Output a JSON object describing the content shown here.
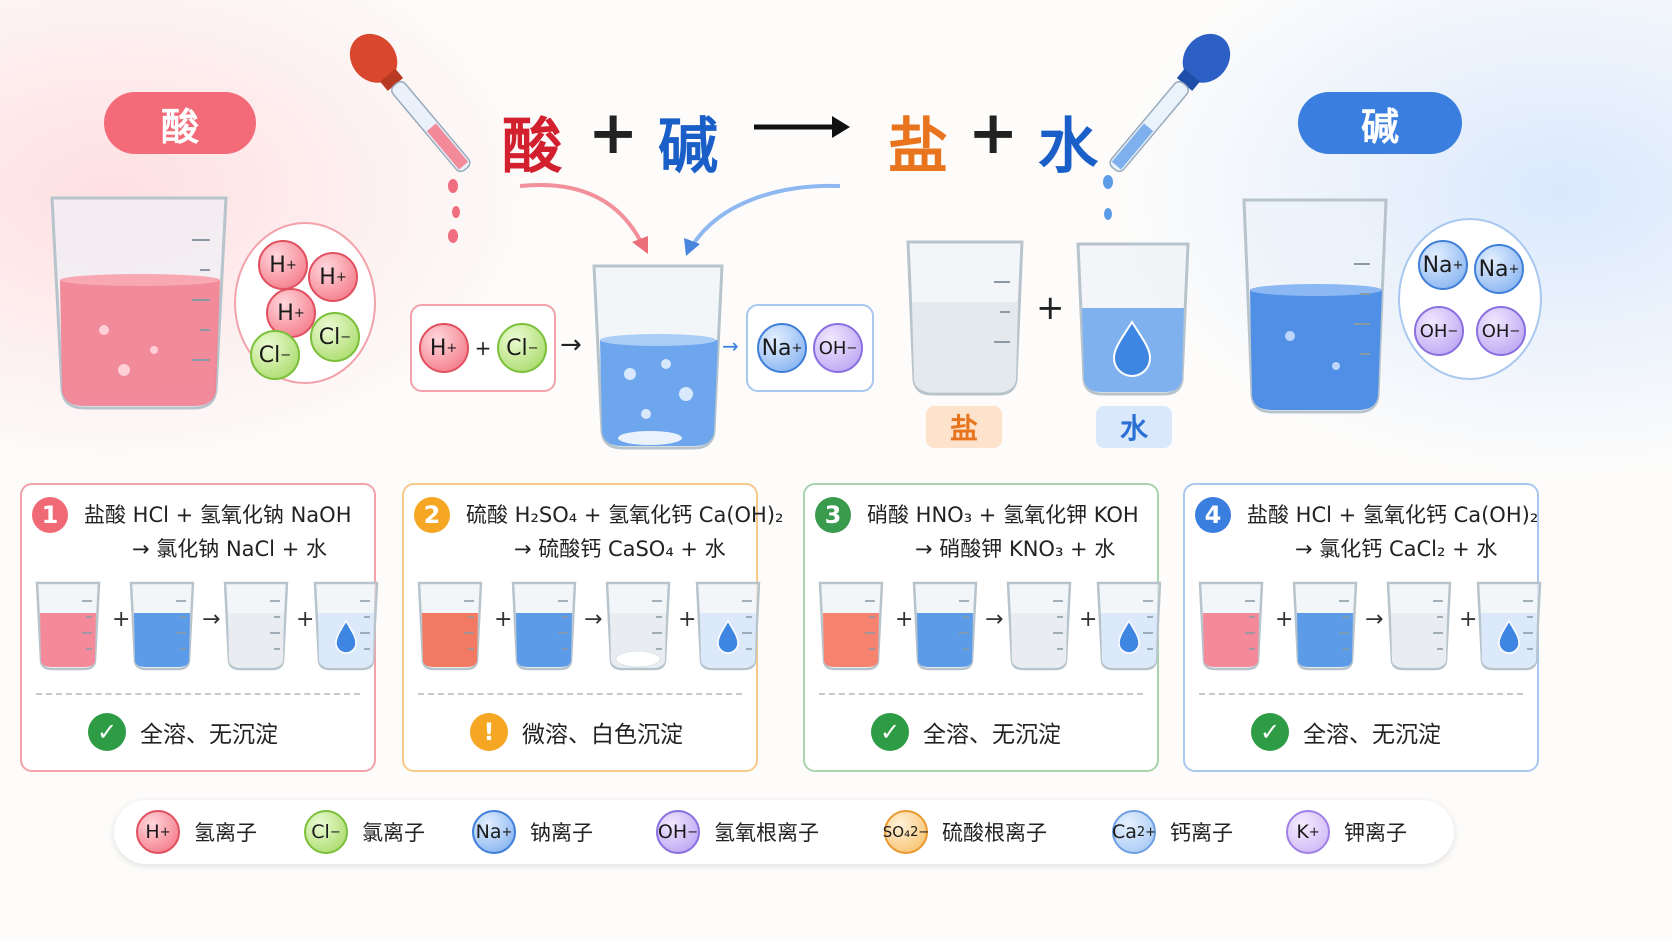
{
  "labels": {
    "acid": "酸",
    "base": "碱"
  },
  "equation": {
    "acid": "酸",
    "plus1": "+",
    "base": "碱",
    "salt": "盐",
    "plus2": "+",
    "water": "水"
  },
  "colors": {
    "acid": "#f2707c",
    "base": "#3a7ee0",
    "salt": "#e8741e",
    "water": "#2a6fd6",
    "eq_acid": "#d3202e",
    "eq_base": "#1a5fc8"
  },
  "acid_ions": [
    "H",
    "H",
    "H",
    "Cl",
    "Cl"
  ],
  "base_ions": [
    "Na",
    "Na",
    "OH",
    "OH"
  ],
  "mid_acid": {
    "h": "H",
    "plus": "+",
    "cl": "Cl",
    "arrow": "→"
  },
  "mid_base": {
    "arrow": "→",
    "na": "Na",
    "oh": "OH"
  },
  "product_plus": "+",
  "product_tags": {
    "salt": "盐",
    "water": "水"
  },
  "cards": [
    {
      "num": "1",
      "l1": "盐酸 HCl + 氢氧化钠 NaOH",
      "l2": "→ 氯化钠 NaCl + 水",
      "status": "全溶、无沉淀",
      "status_icon": "check-icon",
      "color": "#f06a75",
      "border": "#f2a2aa"
    },
    {
      "num": "2",
      "l1": "硫酸 H₂SO₄ + 氢氧化钙 Ca(OH)₂",
      "l2": "→ 硫酸钙 CaSO₄ + 水",
      "status": "微溶、白色沉淀",
      "status_icon": "exclamation-icon",
      "color": "#f5a623",
      "border": "#f7c98a"
    },
    {
      "num": "3",
      "l1": "硝酸 HNO₃ + 氢氧化钾 KOH",
      "l2": "→ 硝酸钾 KNO₃ + 水",
      "status": "全溶、无沉淀",
      "status_icon": "check-icon",
      "color": "#3a9a4e",
      "border": "#a8d3ae"
    },
    {
      "num": "4",
      "l1": "盐酸 HCl + 氢氧化钙 Ca(OH)₂",
      "l2": "→ 氯化钙 CaCl₂ + 水",
      "status": "全溶、无沉淀",
      "status_icon": "check-icon",
      "color": "#3a7ee0",
      "border": "#a9c8f0"
    }
  ],
  "card_ops": {
    "plus": "+",
    "arrow": "→"
  },
  "legend": [
    {
      "sym": "H",
      "charge": "+",
      "name": "氢离子",
      "cls": "ion-h"
    },
    {
      "sym": "Cl",
      "charge": "−",
      "name": "氯离子",
      "cls": "ion-cl"
    },
    {
      "sym": "Na",
      "charge": "+",
      "name": "钠离子",
      "cls": "ion-na"
    },
    {
      "sym": "OH",
      "charge": "−",
      "name": "氢氧根离子",
      "cls": "ion-oh"
    },
    {
      "sym": "SO₄",
      "charge": "2−",
      "name": "硫酸根离子",
      "cls": "ion-so"
    },
    {
      "sym": "Ca",
      "charge": "2+",
      "name": "钙离子",
      "cls": "ion-ca"
    },
    {
      "sym": "K",
      "charge": "+",
      "name": "钾离子",
      "cls": "ion-k"
    }
  ]
}
